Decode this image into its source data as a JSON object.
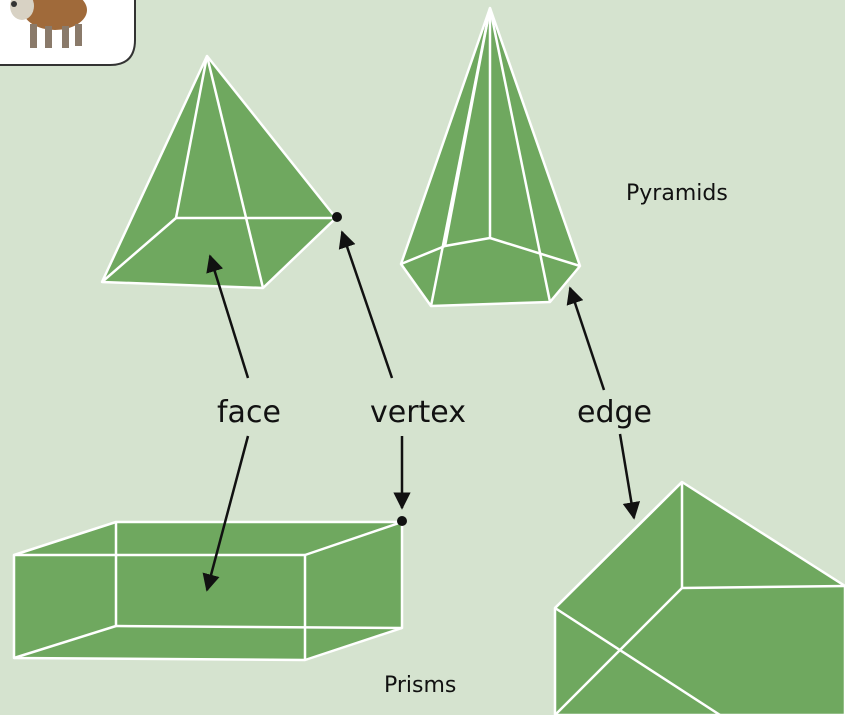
{
  "colors": {
    "background": "#d5e3cf",
    "shape_fill": "#6fa85f",
    "shape_edge": "#ffffff",
    "arrow": "#111111",
    "card_border": "#333333"
  },
  "labels": {
    "face": "face",
    "vertex": "vertex",
    "edge": "edge",
    "pyramids": "Pyramids",
    "prisms": "Prisms"
  },
  "icons": {
    "mascot": "sheep-mascot-icon"
  }
}
